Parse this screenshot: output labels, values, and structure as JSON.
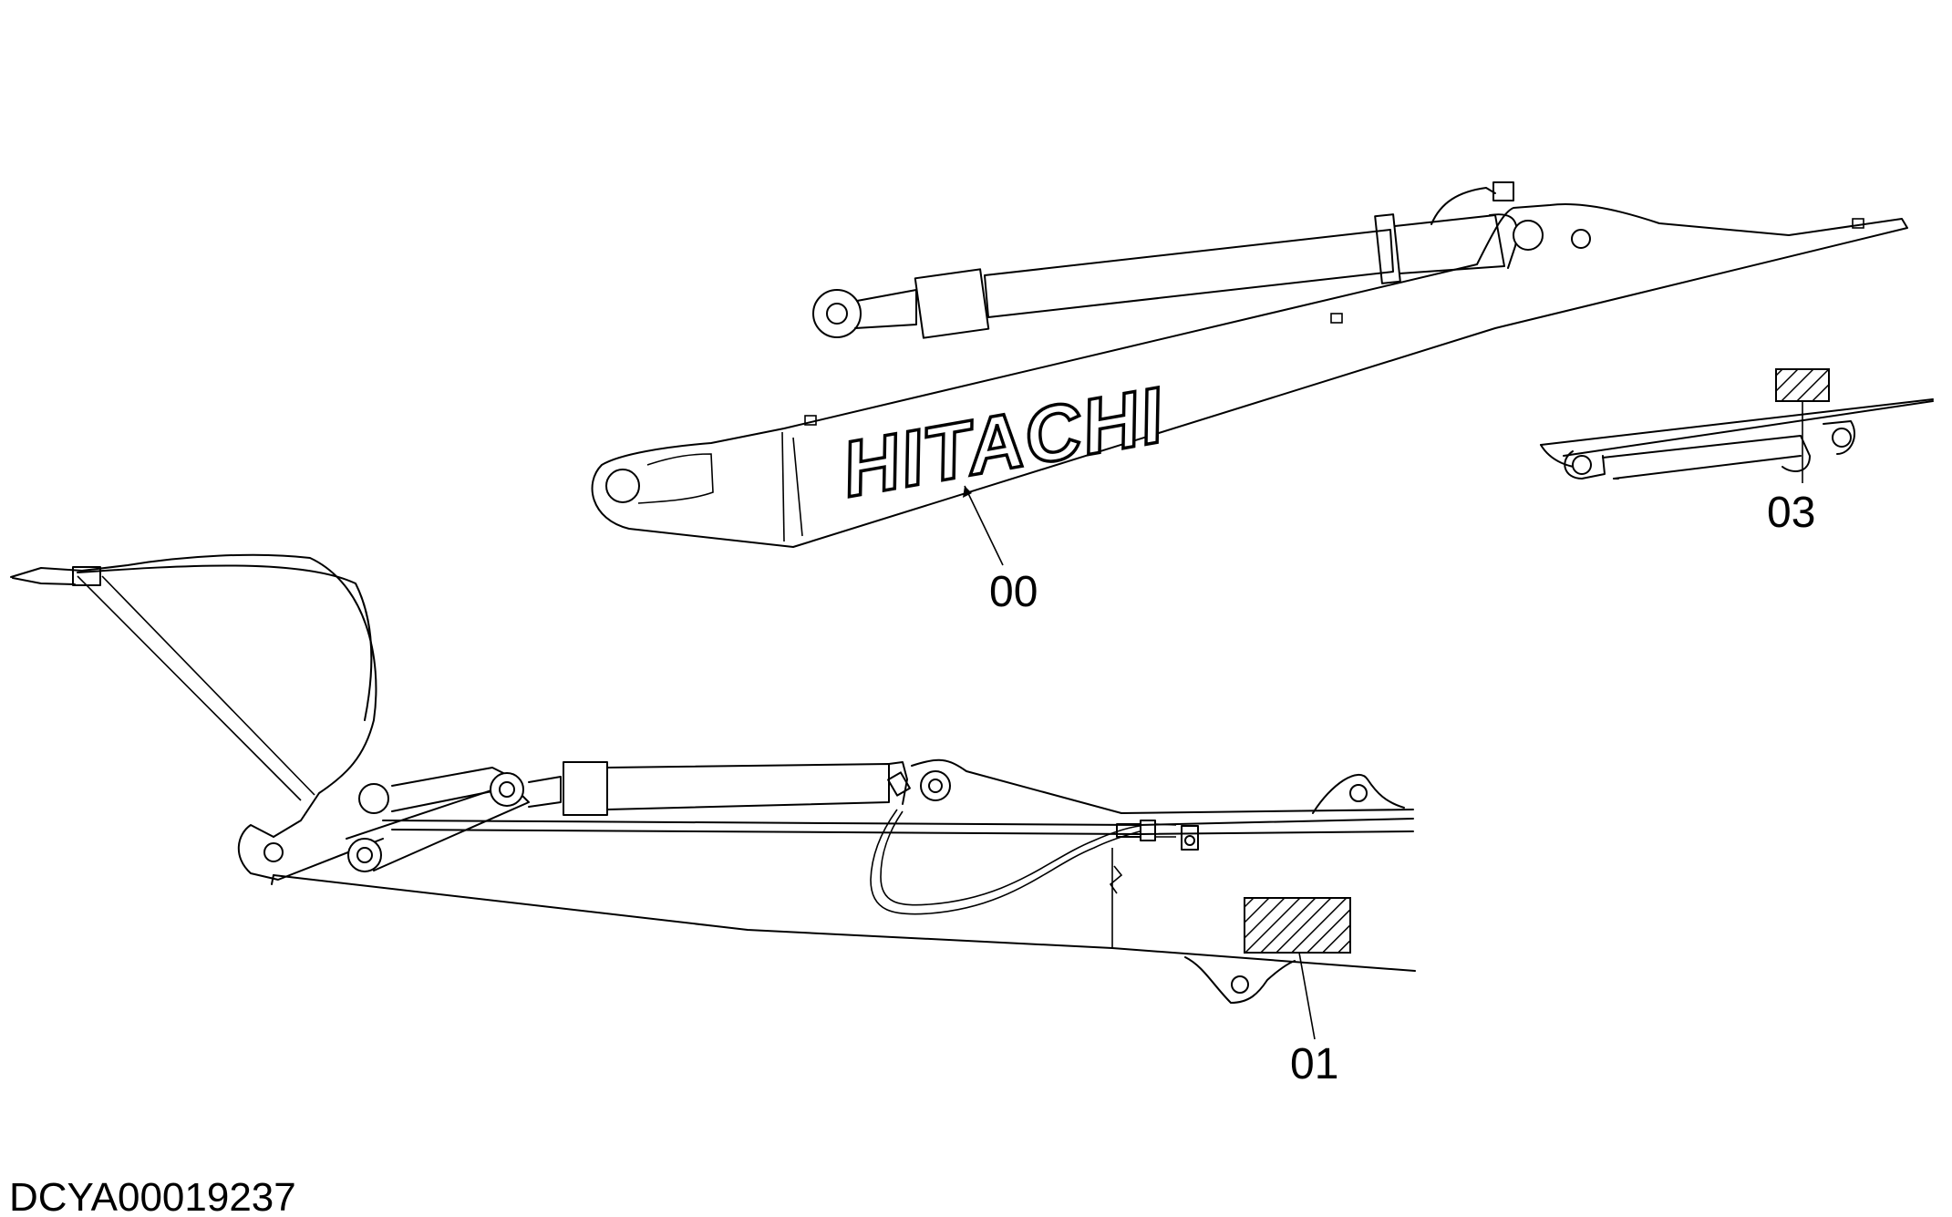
{
  "drawing_code": "DCYA00019237",
  "brand_decal": "HITACHI",
  "callouts": [
    {
      "id": "00",
      "label": "00"
    },
    {
      "id": "01",
      "label": "01"
    },
    {
      "id": "03",
      "label": "03"
    }
  ]
}
